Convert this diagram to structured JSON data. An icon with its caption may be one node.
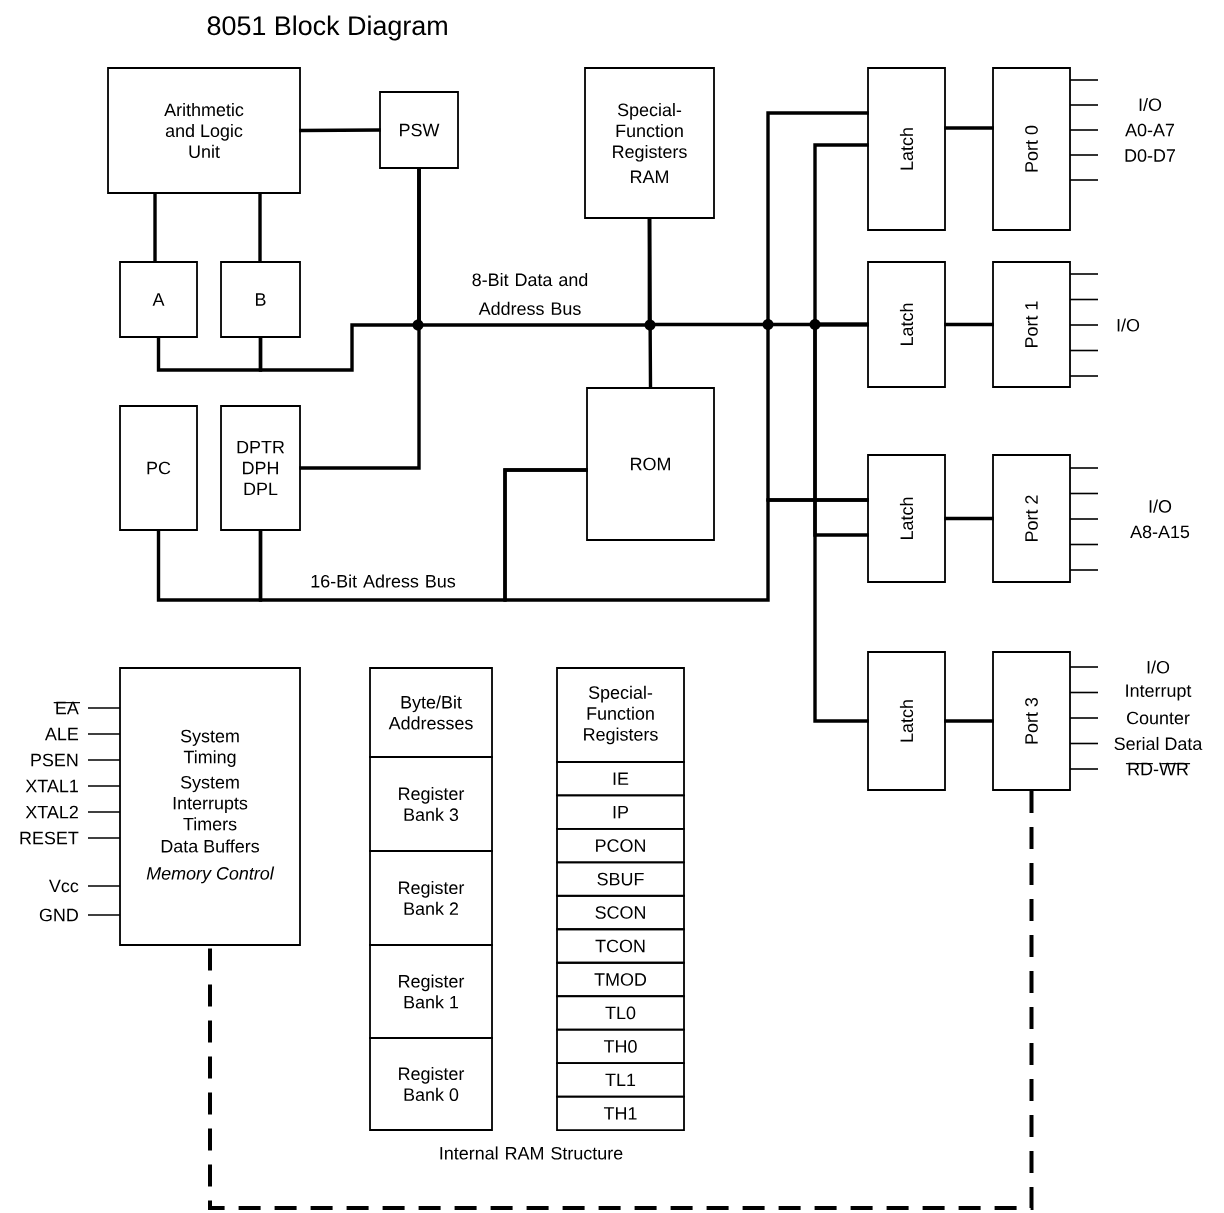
{
  "diagram": {
    "title": "8051 Block Diagram",
    "nodes": [
      {
        "text": [
          "Arithmetic and Logic Unit"
        ]
      },
      {
        "text": [
          "PSW"
        ]
      },
      {
        "text": [
          "Special-Function Registers",
          "RAM"
        ]
      },
      {
        "text": [
          "A"
        ]
      },
      {
        "text": [
          "B"
        ]
      },
      {
        "text": [
          "PC"
        ]
      },
      {
        "text": [
          "DPTR DPH DPL"
        ]
      },
      {
        "text": [
          "ROM"
        ]
      },
      {
        "text": [
          "Latch"
        ]
      },
      {
        "text": [
          "Port 0"
        ],
        "beside": [
          "I/O",
          "A0-A7",
          "D0-D7"
        ]
      },
      {
        "text": [
          "Latch"
        ]
      },
      {
        "text": [
          "Port 1"
        ],
        "beside": [
          "I/O"
        ]
      },
      {
        "text": [
          "Latch"
        ]
      },
      {
        "text": [
          "Port 2"
        ],
        "beside": [
          "I/O",
          "A8-A15"
        ]
      },
      {
        "text": [
          "Latch"
        ]
      },
      {
        "text": [
          "Port 3"
        ],
        "beside": [
          "I/O",
          "Interrupt",
          "Counter",
          "Serial Data",
          "RD-WR"
        ]
      },
      {
        "text": [
          "System Timing",
          "System Interrupts Timers",
          "Data Buffers",
          "Memory Control"
        ],
        "beside": [
          "EA",
          "ALE",
          "PSEN",
          "XTAL1",
          "XTAL2",
          "RESET",
          "Vcc",
          "GND"
        ]
      },
      {
        "text": [
          "Byte/Bit Addresses"
        ]
      },
      {
        "text": [
          "Register Bank 3"
        ]
      },
      {
        "text": [
          "Register Bank 2"
        ]
      },
      {
        "text": [
          "Register Bank 1"
        ]
      },
      {
        "text": [
          "Register Bank 0"
        ]
      },
      {
        "text": [
          "Special-Function Registers"
        ]
      },
      {
        "text": [
          "IE"
        ]
      },
      {
        "text": [
          "IP"
        ]
      },
      {
        "text": [
          "PCON"
        ]
      },
      {
        "text": [
          "SBUF"
        ]
      },
      {
        "text": [
          "SCON"
        ]
      },
      {
        "text": [
          "TCON"
        ]
      },
      {
        "text": [
          "TMOD"
        ]
      },
      {
        "text": [
          "TL0"
        ]
      },
      {
        "text": [
          "TH0"
        ]
      },
      {
        "text": [
          "TL1"
        ]
      },
      {
        "text": [
          "TH1"
        ]
      }
    ],
    "edges": [
      {
        "from": 0,
        "to": 1,
        "arrow": "none"
      },
      {
        "from": 0,
        "to": 3,
        "arrow": "none"
      },
      {
        "from": 0,
        "to": 4,
        "arrow": "none"
      },
      {
        "from": 3,
        "to": 4,
        "arrow": "none"
      },
      {
        "from": 4,
        "to": 1,
        "arrow": "none"
      },
      {
        "from": 6,
        "to": 1,
        "arrow": "none"
      },
      {
        "from": 1,
        "to": 2,
        "arrow": "none"
      },
      {
        "from": 2,
        "to": 7,
        "arrow": "none"
      },
      {
        "from": 2,
        "to": 10,
        "arrow": "none"
      },
      {
        "from": 10,
        "to": 8,
        "arrow": "none"
      },
      {
        "from": 10,
        "to": 12,
        "arrow": "none"
      },
      {
        "from": 10,
        "to": 14,
        "arrow": "none"
      },
      {
        "from": 5,
        "to": 6,
        "arrow": "none"
      },
      {
        "from": 6,
        "to": 7,
        "arrow": "none"
      },
      {
        "from": 7,
        "to": 12,
        "arrow": "none"
      },
      {
        "from": 12,
        "to": 8,
        "arrow": "none"
      },
      {
        "from": 8,
        "to": 9,
        "arrow": "none"
      },
      {
        "from": 10,
        "to": 11,
        "arrow": "none"
      },
      {
        "from": 12,
        "to": 13,
        "arrow": "none"
      },
      {
        "from": 14,
        "to": 15,
        "arrow": "none"
      },
      {
        "from": 15,
        "to": 16,
        "arrow": "none",
        "style": "dashed"
      }
    ],
    "labels": [
      "8-Bit Data and Address Bus",
      "16-Bit Adress Bus",
      "Internal RAM Structure"
    ]
  }
}
